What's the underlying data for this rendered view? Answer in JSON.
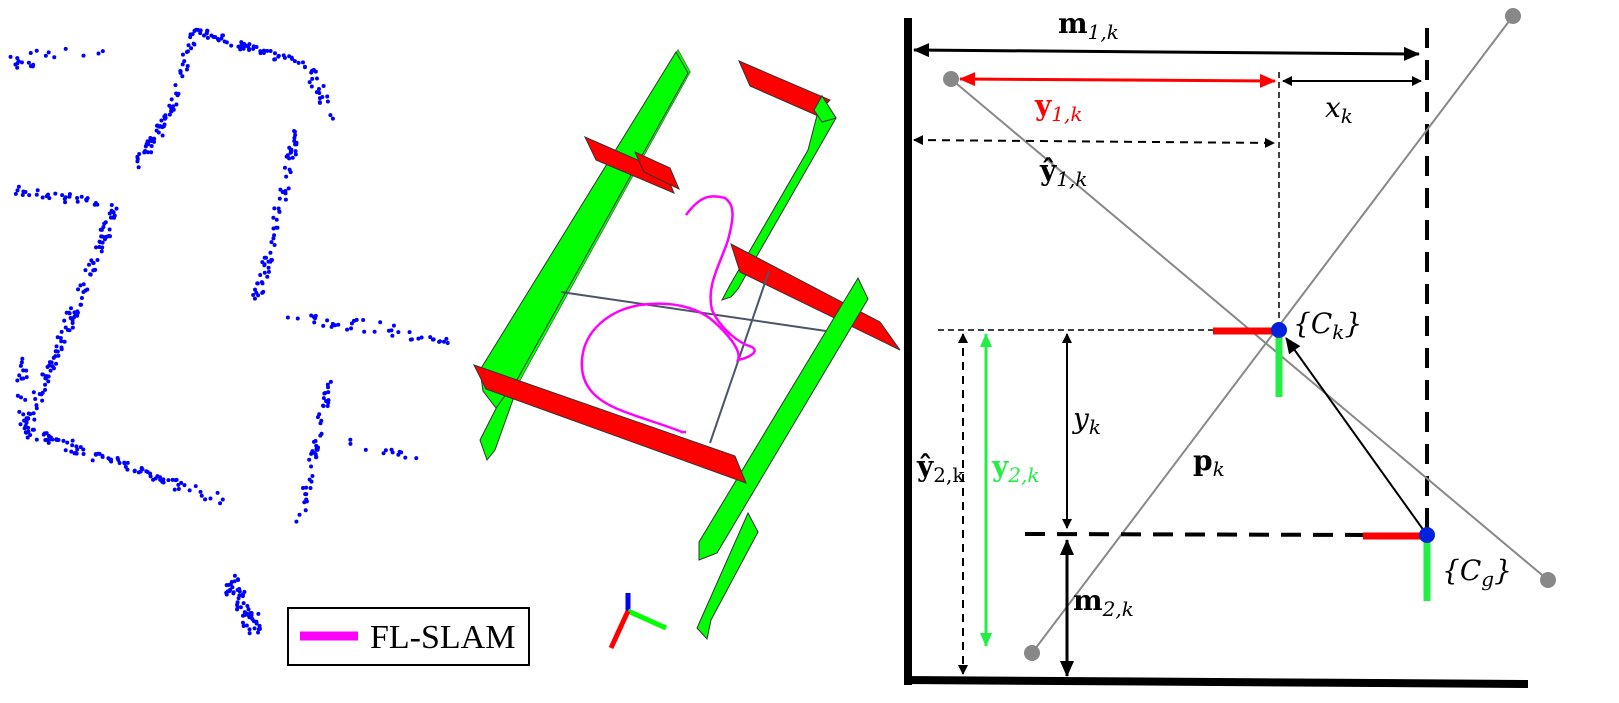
{
  "panels": {
    "point_cloud": {
      "dot_color": "#0000ff"
    },
    "plane_map": {
      "wall_colors": {
        "green": "#00ff00",
        "red": "#ff0000"
      },
      "trajectory_color": "#ff00ff",
      "line_color": "#4a5568",
      "legend": {
        "label": "FL-SLAM",
        "swatch_color": "#ff00ff"
      },
      "axes_colors": {
        "x": "#ff0000",
        "y": "#00ff00",
        "z": "#0000ff"
      }
    },
    "geometry": {
      "labels": {
        "m1": "m",
        "m1_sub": "1,k",
        "y1": "y",
        "y1_sub": "1,k",
        "xk": "x",
        "xk_sub": "k",
        "y1hat": "ŷ",
        "y1hat_sub": "1,k",
        "ck": "{C",
        "ck_sub": "k",
        "ck_close": "}",
        "yk": "y",
        "yk_sub": "k",
        "pk": "p",
        "pk_sub": "k",
        "y2hat": "ŷ",
        "y2hat_sub": "2,k",
        "y2": "y",
        "y2_sub": "2,k",
        "m2": "m",
        "m2_sub": "2,k",
        "cg": "{C",
        "cg_sub": "g",
        "cg_close": "}"
      },
      "colors": {
        "red": "#ff0000",
        "green": "#22ee44",
        "blue": "#0022dd",
        "gray": "#888888",
        "black": "#000000"
      }
    }
  }
}
